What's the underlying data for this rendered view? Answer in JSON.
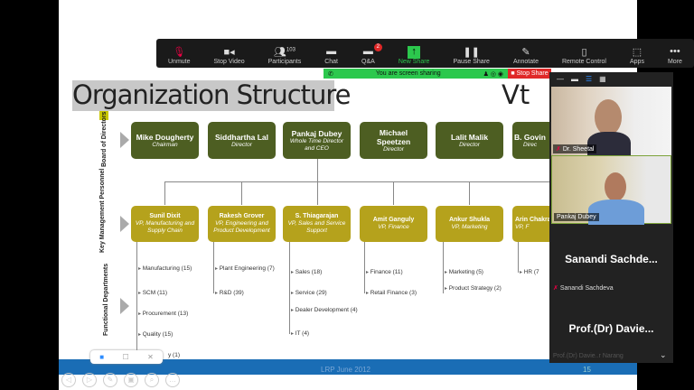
{
  "slide": {
    "title": "Organization Structure",
    "title_tail": "Vt",
    "footer": "LRP June 2012",
    "page_number": "15",
    "row_labels": [
      "Board of Directors",
      "Key Management Personnel",
      "Functional Departments"
    ],
    "board": [
      {
        "name": "Mike Dougherty",
        "role": "Chairman"
      },
      {
        "name": "Siddhartha Lal",
        "role": "Director"
      },
      {
        "name": "Pankaj Dubey",
        "role": "Whole Time Director and CEO"
      },
      {
        "name": "Michael Speetzen",
        "role": "Director"
      },
      {
        "name": "Lalit Malik",
        "role": "Director"
      },
      {
        "name": "B. Govin",
        "role": "Direc"
      }
    ],
    "kmp": [
      {
        "name": "Sunil Dixit",
        "role": "VP, Manufacturing and Supply Chain",
        "depts": [
          "Manufacturing (15)",
          "SCM (11)",
          "Procurement (13)",
          "Quality (15)",
          "y (1)"
        ]
      },
      {
        "name": "Rakesh Grover",
        "role": "VP, Engineering and Product Development",
        "depts": [
          "Plant Engineering (7)",
          "R&D (39)"
        ]
      },
      {
        "name": "S. Thiagarajan",
        "role": "VP, Sales and Service Support",
        "depts": [
          "Sales (18)",
          "Service (29)",
          "Dealer Development (4)",
          "IT (4)"
        ]
      },
      {
        "name": "Amit Ganguly",
        "role": "VP, Finance",
        "depts": [
          "Finance (11)",
          "Retail Finance (3)"
        ]
      },
      {
        "name": "Ankur Shukla",
        "role": "VP, Marketing",
        "depts": [
          "Marketing (5)",
          "Product Strategy (2)"
        ]
      },
      {
        "name": "Arin Chakra",
        "role": "VP, F",
        "depts": [
          "HR (7"
        ]
      }
    ]
  },
  "toolbar": {
    "unmute": "Unmute",
    "stop_video": "Stop Video",
    "participants": "Participants",
    "participant_count": "103",
    "chat": "Chat",
    "qa": "Q&A",
    "qa_badge": "2",
    "new_share": "New Share",
    "pause_share": "Pause Share",
    "annotate": "Annotate",
    "remote_control": "Remote Control",
    "apps": "Apps",
    "more": "More"
  },
  "share_bar": {
    "status": "You are screen sharing",
    "stop": "Stop Share"
  },
  "gallery": {
    "participants": [
      {
        "label": "Dr. Sheetal"
      },
      {
        "label": "Pankaj  Dubey"
      },
      {
        "big": "Sanandi  Sachde...",
        "label": "Sanandi Sachdeva"
      },
      {
        "big": "Prof.(Dr)  Davie...",
        "label": "Prof.(Dr) Davie..r Narang"
      }
    ]
  },
  "colors": {
    "board": "#4d5e22",
    "kmp": "#b5a21c",
    "footer": "#1a6db5",
    "share_green": "#2cc84d",
    "stop_red": "#e02828"
  }
}
